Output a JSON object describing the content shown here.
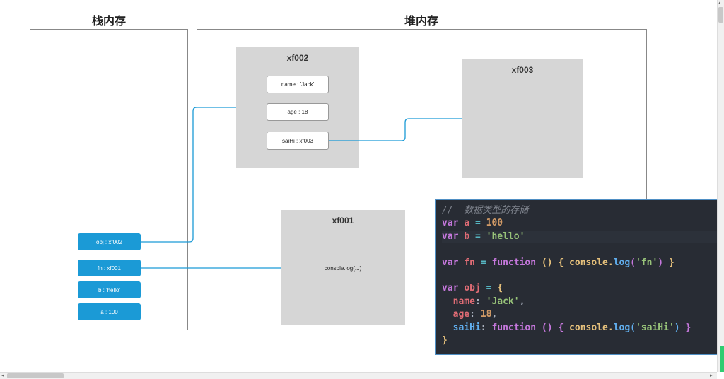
{
  "stack": {
    "title": "栈内存",
    "items": [
      {
        "label": "obj : xf002"
      },
      {
        "label": "fn : xf001"
      },
      {
        "label": "b : 'hello'"
      },
      {
        "label": "a : 100"
      }
    ]
  },
  "heap": {
    "title": "堆内存",
    "xf002": {
      "title": "xf002",
      "props": [
        {
          "label": "name : 'Jack'"
        },
        {
          "label": "age : 18"
        },
        {
          "label": "saiHi : xf003"
        }
      ]
    },
    "xf003": {
      "title": "xf003"
    },
    "xf001": {
      "title": "xf001",
      "content": "console.log(...)"
    }
  },
  "code": {
    "comment": "//  数据类型的存储",
    "line_a": {
      "kw": "var",
      "name": "a",
      "op": "=",
      "value": "100"
    },
    "line_b": {
      "kw": "var",
      "name": "b",
      "op": "=",
      "value": "'hello'"
    },
    "line_fn": {
      "kw": "var",
      "name": "fn",
      "op": "=",
      "fkw": "function",
      "call": "console.",
      "log": "log",
      "arg": "'fn'"
    },
    "line_obj": {
      "kw": "var",
      "name": "obj",
      "op": "="
    },
    "prop_name": {
      "key": "name",
      "value": "'Jack'"
    },
    "prop_age": {
      "key": "age",
      "value": "18"
    },
    "prop_say": {
      "key": "saiHi",
      "fkw": "function",
      "call": "console.",
      "log": "log",
      "arg": "'saiHi'"
    }
  },
  "colors": {
    "stack_item": "#1b9ad6",
    "heap_box": "#d6d6d6",
    "connector": "#1b9ad6",
    "code_bg": "#282c34"
  }
}
